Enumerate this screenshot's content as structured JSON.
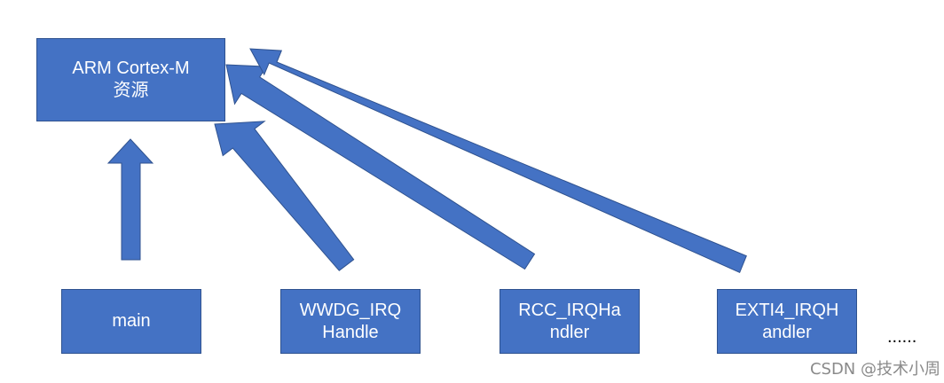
{
  "diagram": {
    "root": {
      "line1": "ARM Cortex-M",
      "line2": "资源"
    },
    "nodes": [
      {
        "id": "main",
        "lines": [
          "main"
        ]
      },
      {
        "id": "wwdg",
        "lines": [
          "WWDG_IRQ",
          "Handle"
        ]
      },
      {
        "id": "rcc",
        "lines": [
          "RCC_IRQHa",
          "ndler"
        ]
      },
      {
        "id": "exti",
        "lines": [
          "EXTI4_IRQH",
          "andler"
        ]
      }
    ],
    "ellipsis": "......",
    "colors": {
      "box_fill": "#4472c4",
      "box_border": "#2f528f",
      "arrow_fill": "#4472c4",
      "text": "#ffffff"
    }
  },
  "watermark": "CSDN @技术小周"
}
